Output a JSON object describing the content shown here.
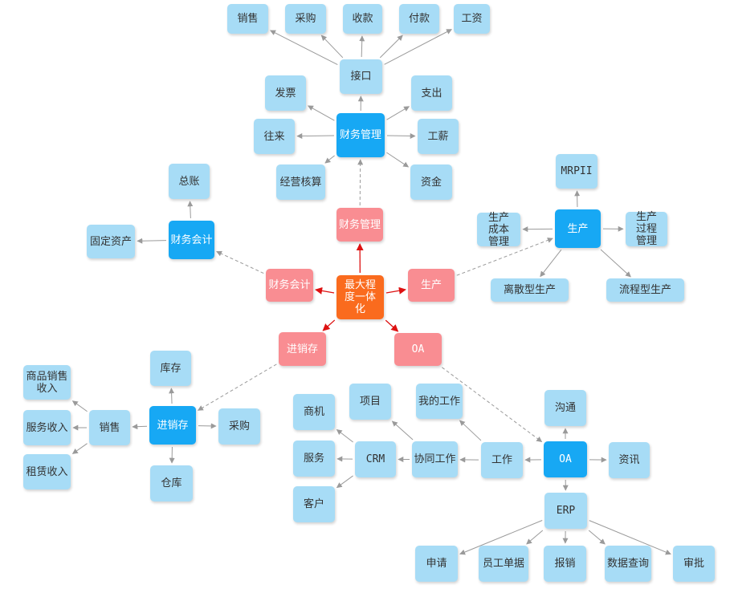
{
  "colors": {
    "leaf": "#a7dcf6",
    "hub": "#17a8f4",
    "pink": "#f98d92",
    "center": "#fa6b1e",
    "arrow_gray": "#9a9a9a",
    "arrow_red": "#dd1111"
  },
  "nodes": {
    "center": "最大程度一体化",
    "l1_finance_mgmt": "财务管理",
    "l1_finance_acct": "财务会计",
    "l1_production": "生产",
    "l1_inventory": "进销存",
    "l1_oa": "OA",
    "fm_hub": "财务管理",
    "fm_interface": "接口",
    "fm_sales": "销售",
    "fm_purchase": "采购",
    "fm_receipt": "收款",
    "fm_payment": "付款",
    "fm_salary": "工资",
    "fm_invoice": "发票",
    "fm_expense": "支出",
    "fm_account": "往来",
    "fm_pay": "工薪",
    "fm_business": "经营核算",
    "fm_fund": "资金",
    "fa_hub": "财务会计",
    "fa_ledger": "总账",
    "fa_fixed": "固定资产",
    "pr_hub": "生产",
    "pr_mrp": "MRPII",
    "pr_cost": "生产成本管理",
    "pr_process": "生产过程管理",
    "pr_discrete": "离散型生产",
    "pr_flow": "流程型生产",
    "iv_hub": "进销存",
    "iv_stock": "库存",
    "iv_purchase": "采购",
    "iv_warehouse": "仓库",
    "iv_sales": "销售",
    "iv_goods": "商品销售收入",
    "iv_service": "服务收入",
    "iv_lease": "租赁收入",
    "oa_hub": "OA",
    "oa_comm": "沟通",
    "oa_info": "资讯",
    "oa_work": "工作",
    "oa_erp": "ERP",
    "oa_mywork": "我的工作",
    "oa_collab": "协同工作",
    "oa_project": "项目",
    "oa_crm": "CRM",
    "oa_opportunity": "商机",
    "oa_service": "服务",
    "oa_customer": "客户",
    "oa_apply": "申请",
    "oa_document": "员工单据",
    "oa_reimburse": "报销",
    "oa_query": "数据查询",
    "oa_approve": "审批"
  },
  "edges": [
    {
      "from": "center",
      "to": "l1_finance_mgmt",
      "style": "red"
    },
    {
      "from": "center",
      "to": "l1_finance_acct",
      "style": "red"
    },
    {
      "from": "center",
      "to": "l1_production",
      "style": "red"
    },
    {
      "from": "center",
      "to": "l1_inventory",
      "style": "red"
    },
    {
      "from": "center",
      "to": "l1_oa",
      "style": "red"
    },
    {
      "from": "l1_finance_mgmt",
      "to": "fm_hub",
      "style": "dashed"
    },
    {
      "from": "l1_finance_acct",
      "to": "fa_hub",
      "style": "dashed"
    },
    {
      "from": "l1_production",
      "to": "pr_hub",
      "style": "dashed"
    },
    {
      "from": "l1_inventory",
      "to": "iv_hub",
      "style": "dashed"
    },
    {
      "from": "l1_oa",
      "to": "oa_hub",
      "style": "dashed"
    },
    {
      "from": "fm_hub",
      "to": "fm_interface",
      "style": "gray"
    },
    {
      "from": "fm_interface",
      "to": "fm_sales",
      "style": "gray"
    },
    {
      "from": "fm_interface",
      "to": "fm_purchase",
      "style": "gray"
    },
    {
      "from": "fm_interface",
      "to": "fm_receipt",
      "style": "gray"
    },
    {
      "from": "fm_interface",
      "to": "fm_payment",
      "style": "gray"
    },
    {
      "from": "fm_interface",
      "to": "fm_salary",
      "style": "gray"
    },
    {
      "from": "fm_hub",
      "to": "fm_invoice",
      "style": "gray"
    },
    {
      "from": "fm_hub",
      "to": "fm_expense",
      "style": "gray"
    },
    {
      "from": "fm_hub",
      "to": "fm_account",
      "style": "gray"
    },
    {
      "from": "fm_hub",
      "to": "fm_pay",
      "style": "gray"
    },
    {
      "from": "fm_hub",
      "to": "fm_business",
      "style": "gray"
    },
    {
      "from": "fm_hub",
      "to": "fm_fund",
      "style": "gray"
    },
    {
      "from": "fa_hub",
      "to": "fa_ledger",
      "style": "gray"
    },
    {
      "from": "fa_hub",
      "to": "fa_fixed",
      "style": "gray"
    },
    {
      "from": "pr_hub",
      "to": "pr_mrp",
      "style": "gray"
    },
    {
      "from": "pr_hub",
      "to": "pr_cost",
      "style": "gray"
    },
    {
      "from": "pr_hub",
      "to": "pr_process",
      "style": "gray"
    },
    {
      "from": "pr_hub",
      "to": "pr_discrete",
      "style": "gray"
    },
    {
      "from": "pr_hub",
      "to": "pr_flow",
      "style": "gray"
    },
    {
      "from": "iv_hub",
      "to": "iv_stock",
      "style": "gray"
    },
    {
      "from": "iv_hub",
      "to": "iv_purchase",
      "style": "gray"
    },
    {
      "from": "iv_hub",
      "to": "iv_warehouse",
      "style": "gray"
    },
    {
      "from": "iv_hub",
      "to": "iv_sales",
      "style": "gray"
    },
    {
      "from": "iv_sales",
      "to": "iv_goods",
      "style": "gray"
    },
    {
      "from": "iv_sales",
      "to": "iv_service",
      "style": "gray"
    },
    {
      "from": "iv_sales",
      "to": "iv_lease",
      "style": "gray"
    },
    {
      "from": "oa_hub",
      "to": "oa_comm",
      "style": "gray"
    },
    {
      "from": "oa_hub",
      "to": "oa_info",
      "style": "gray"
    },
    {
      "from": "oa_hub",
      "to": "oa_work",
      "style": "gray"
    },
    {
      "from": "oa_hub",
      "to": "oa_erp",
      "style": "gray"
    },
    {
      "from": "oa_work",
      "to": "oa_mywork",
      "style": "gray"
    },
    {
      "from": "oa_work",
      "to": "oa_collab",
      "style": "gray"
    },
    {
      "from": "oa_collab",
      "to": "oa_project",
      "style": "gray"
    },
    {
      "from": "oa_collab",
      "to": "oa_crm",
      "style": "gray"
    },
    {
      "from": "oa_crm",
      "to": "oa_opportunity",
      "style": "gray"
    },
    {
      "from": "oa_crm",
      "to": "oa_service",
      "style": "gray"
    },
    {
      "from": "oa_crm",
      "to": "oa_customer",
      "style": "gray"
    },
    {
      "from": "oa_erp",
      "to": "oa_apply",
      "style": "gray"
    },
    {
      "from": "oa_erp",
      "to": "oa_document",
      "style": "gray"
    },
    {
      "from": "oa_erp",
      "to": "oa_reimburse",
      "style": "gray"
    },
    {
      "from": "oa_erp",
      "to": "oa_query",
      "style": "gray"
    },
    {
      "from": "oa_erp",
      "to": "oa_approve",
      "style": "gray"
    }
  ]
}
